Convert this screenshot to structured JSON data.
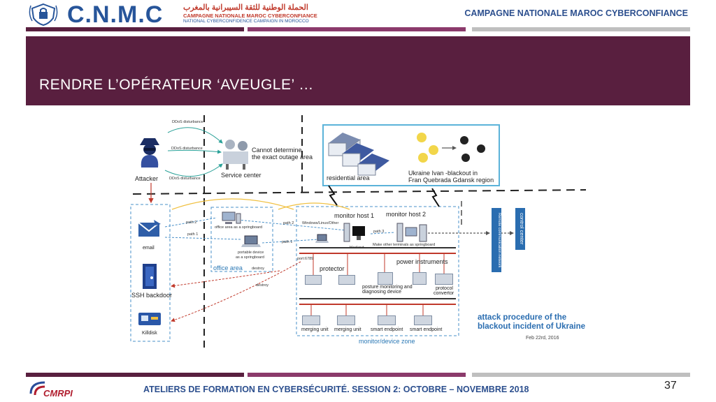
{
  "header": {
    "logo_text": "C.N.M.C",
    "logo_arabic": "الحملة الوطنية للثقة السيبرانية بالمغرب",
    "logo_french": "CAMPAGNE NATIONALE MAROC CYBERCONFIANCE",
    "logo_english": "NATIONAL CYBERCONFIDENCE CAMPAIGN IN MOROCCO",
    "campaign": "CAMPAGNE NATIONALE MAROC CYBERCONFIANCE"
  },
  "banner": {
    "title": "RENDRE L’OPÉRATEUR ‘AVEUGLE’ …"
  },
  "diagram": {
    "ddos1": "DDoS disturbance",
    "ddos2": "DDoS disturbance",
    "ddos3": "DDoS disturbance",
    "attacker": "Attacker",
    "service_center": "Service center",
    "cannot_determine_1": "Cannot determine",
    "cannot_determine_2": "the exact outage area",
    "residential_area": "residential area",
    "ukraine_1": "Ukraine Ivan -blackout in",
    "ukraine_2": "Fran Quebrada Gdansk region",
    "email": "email",
    "ssh_backdoor": "SSH backdoor",
    "killdisk": "Killdisk",
    "path1a": "path 1",
    "path2a": "path 2",
    "path2b": "path 2",
    "path1b": "path 1",
    "path3": "path 3",
    "office_springboard": "office area as a springboard",
    "portable_1": "portable device",
    "portable_2": "as a springboard",
    "office_area": "office area",
    "destroy1": "destroy",
    "destroy2": "destroy",
    "monitor_host_1": "monitor host 1",
    "monitor_host_2": "monitor host 2",
    "windows_linux": "Windows/Linux/Other",
    "blackout": "blackout",
    "make_other": "Make other terminals as springboard",
    "port": "port:6789",
    "power_instruments": "power instruments",
    "protector": "protector",
    "posture_1": "posture monitoring and",
    "posture_2": "diagnosing device",
    "protocol_1": "protocol",
    "protocol_2": "convertor",
    "merging_unit_1": "merging unit",
    "merging_unit_2": "merging unit",
    "smart_endpoint_1": "smart endpoint",
    "smart_endpoint_2": "smart endpoint",
    "monitor_zone": "monitor/device zone",
    "remote_network": "Remote communication network",
    "control_center": "control center",
    "attack_title_1": "attack procedure of the",
    "attack_title_2": "blackout incident of Ukraine",
    "date": "Feb 22rd, 2016"
  },
  "footer": {
    "text": "ATELIERS DE FORMATION EN CYBERSÉCURITÉ.  SESSION 2: OCTOBRE – NOVEMBRE 2018",
    "page_number": "37",
    "cmrpi": "CMRPI"
  },
  "colors": {
    "banner": "#591f3f",
    "bar_dark": "#591f3f",
    "bar_mauve": "#8b3a6b",
    "bar_grey": "#bfbfbf",
    "accent_blue": "#2c4f8e"
  }
}
